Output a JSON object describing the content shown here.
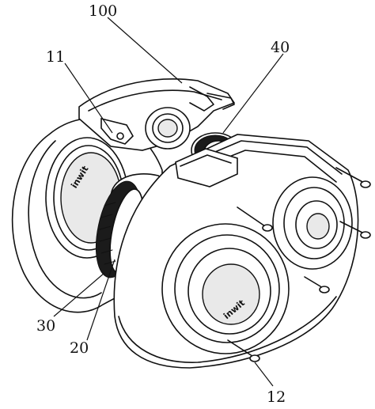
{
  "figure": {
    "callouts": {
      "c100": "100",
      "c11": "11",
      "c40": "40",
      "c30": "30",
      "c20": "20",
      "c12": "12"
    },
    "logos": {
      "left_hub": "inwit",
      "right_hub": "inwit"
    }
  }
}
